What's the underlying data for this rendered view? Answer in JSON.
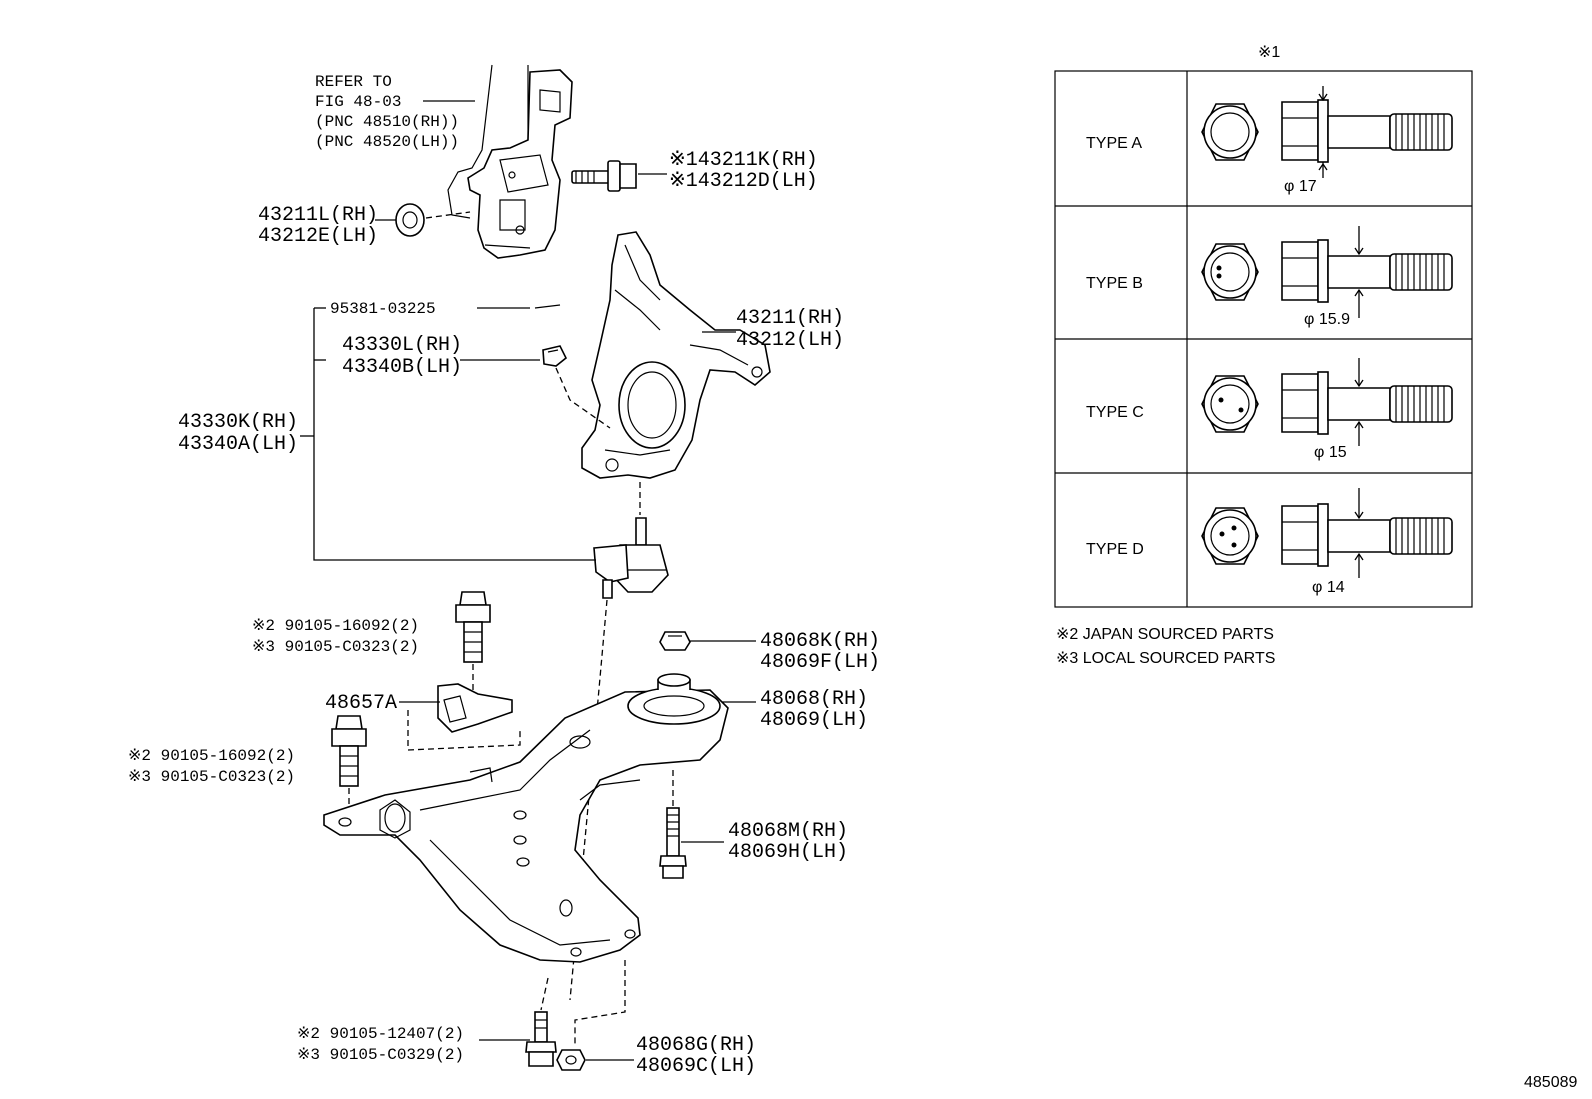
{
  "labels": {
    "refer_line1": "REFER TO",
    "refer_line2": "FIG 48-03",
    "refer_line3": "(PNC 48510(RH))",
    "refer_line4": "(PNC 48520(LH))",
    "bolt_rh": "※143211K(RH)",
    "bolt_lh": "※143212D(LH)",
    "cam_rh": "43211L(RH)",
    "cam_lh": "43212E(LH)",
    "pin": "95381-03225",
    "knuckle_rh": "43211(RH)",
    "knuckle_lh": "43212(LH)",
    "boot_rh": "43330L(RH)",
    "boot_lh": "43340B(LH)",
    "ball_rh": "43330K(RH)",
    "ball_lh": "43340A(LH)",
    "bolt1_a": "※2 90105-16092(2)",
    "bolt1_b": "※3 90105-C0323(2)",
    "bracket": "48657A",
    "bolt2_a": "※2 90105-16092(2)",
    "bolt2_b": "※3 90105-C0323(2)",
    "nut_rh": "48068K(RH)",
    "nut_lh": "48069F(LH)",
    "bush_rh": "48068(RH)",
    "bush_lh": "48069(LH)",
    "longbolt_rh": "48068M(RH)",
    "longbolt_lh": "48069H(LH)",
    "bolt3_a": "※2 90105-12407(2)",
    "bolt3_b": "※3 90105-C0329(2)",
    "arm_rh": "48068G(RH)",
    "arm_lh": "48069C(LH)"
  },
  "table": {
    "title": "※1",
    "rows": [
      {
        "type": "TYPE A",
        "dim": "φ 17"
      },
      {
        "type": "TYPE B",
        "dim": "φ 15.9"
      },
      {
        "type": "TYPE C",
        "dim": "φ 15"
      },
      {
        "type": "TYPE D",
        "dim": "φ 14"
      }
    ]
  },
  "notes": {
    "note2": "※2 JAPAN SOURCED PARTS",
    "note3": "※3 LOCAL SOURCED PARTS"
  },
  "figure_id": "485089"
}
